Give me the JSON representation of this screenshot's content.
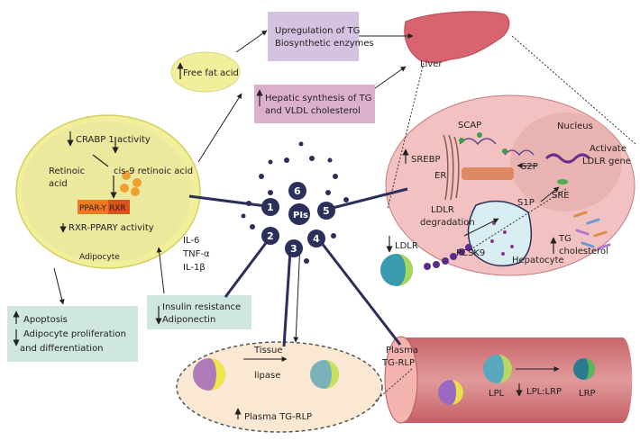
{
  "adipocyte": {
    "crabp": "CRABP 1 activity",
    "retinoic_1": "Retinoic",
    "retinoic_2": "acid",
    "cis9": "cis-9 retinoic acid",
    "ppar": "PPAR-Y",
    "rxr": "RXR",
    "rxr_ppar": "RXR-PPARY activity",
    "label": "Adipocyte"
  },
  "free_fat_acid": "Free fat acid",
  "upregulation": {
    "line1": "Upregulation of TG",
    "line2": "Biosynthetic enzymes"
  },
  "liver": "Liver",
  "hepatic": {
    "line1": "Hepatic synthesis of TG",
    "line2": "and VLDL cholesterol"
  },
  "center": {
    "label": "PIs",
    "numbers": [
      "1",
      "2",
      "3",
      "4",
      "5",
      "6"
    ]
  },
  "cytokines": {
    "il6": "IL-6",
    "tnf": "TNF-α",
    "il1": "IL-1β"
  },
  "insulin": {
    "line1": "Insulin resistance",
    "line2": "Adiponectin"
  },
  "apoptosis": {
    "line1": "Apoptosis",
    "line2": "Adipocyte proliferation",
    "line3": "and differentiation"
  },
  "hepatocyte": {
    "scap": "SCAP",
    "nucleus": "Nucleus",
    "srebp": "SREBP",
    "er": "ER",
    "s2p": "S2P",
    "activate_1": "Activate",
    "activate_2": "LDLR gene",
    "s1p": "S1P",
    "sre": "SRE",
    "ldlr_deg_1": "LDLR",
    "ldlr_deg_2": "degradation",
    "tg_1": "TG",
    "tg_2": "cholesterol",
    "ldlr": "LDLR",
    "pcsk9": "PCSK9",
    "label": "Hepatocyte"
  },
  "tissue": {
    "line1": "Tissue",
    "line2": "lipase",
    "plasma": "Plasma TG-RLP"
  },
  "vessel": {
    "plasma_1": "Plasma",
    "plasma_2": "TG-RLP",
    "lpl": "LPL",
    "lpl_lrp": "LPL:LRP",
    "lrp": "LRP"
  },
  "colors": {
    "adipocyte_fill": "#f1ee9c",
    "adipocyte_inner": "#e9e5a0",
    "hepatocyte_fill": "#f2c1c1",
    "liver": "#d9636f",
    "purple_box": "#d5c2e0",
    "pink_box": "#dcb0cc",
    "teal_box": "#cfe6e1",
    "tissue_fill": "#fbe8d3",
    "vessel": "#d9868a",
    "navy": "#2b2f5a",
    "ppar_orange": "#f07a22"
  }
}
